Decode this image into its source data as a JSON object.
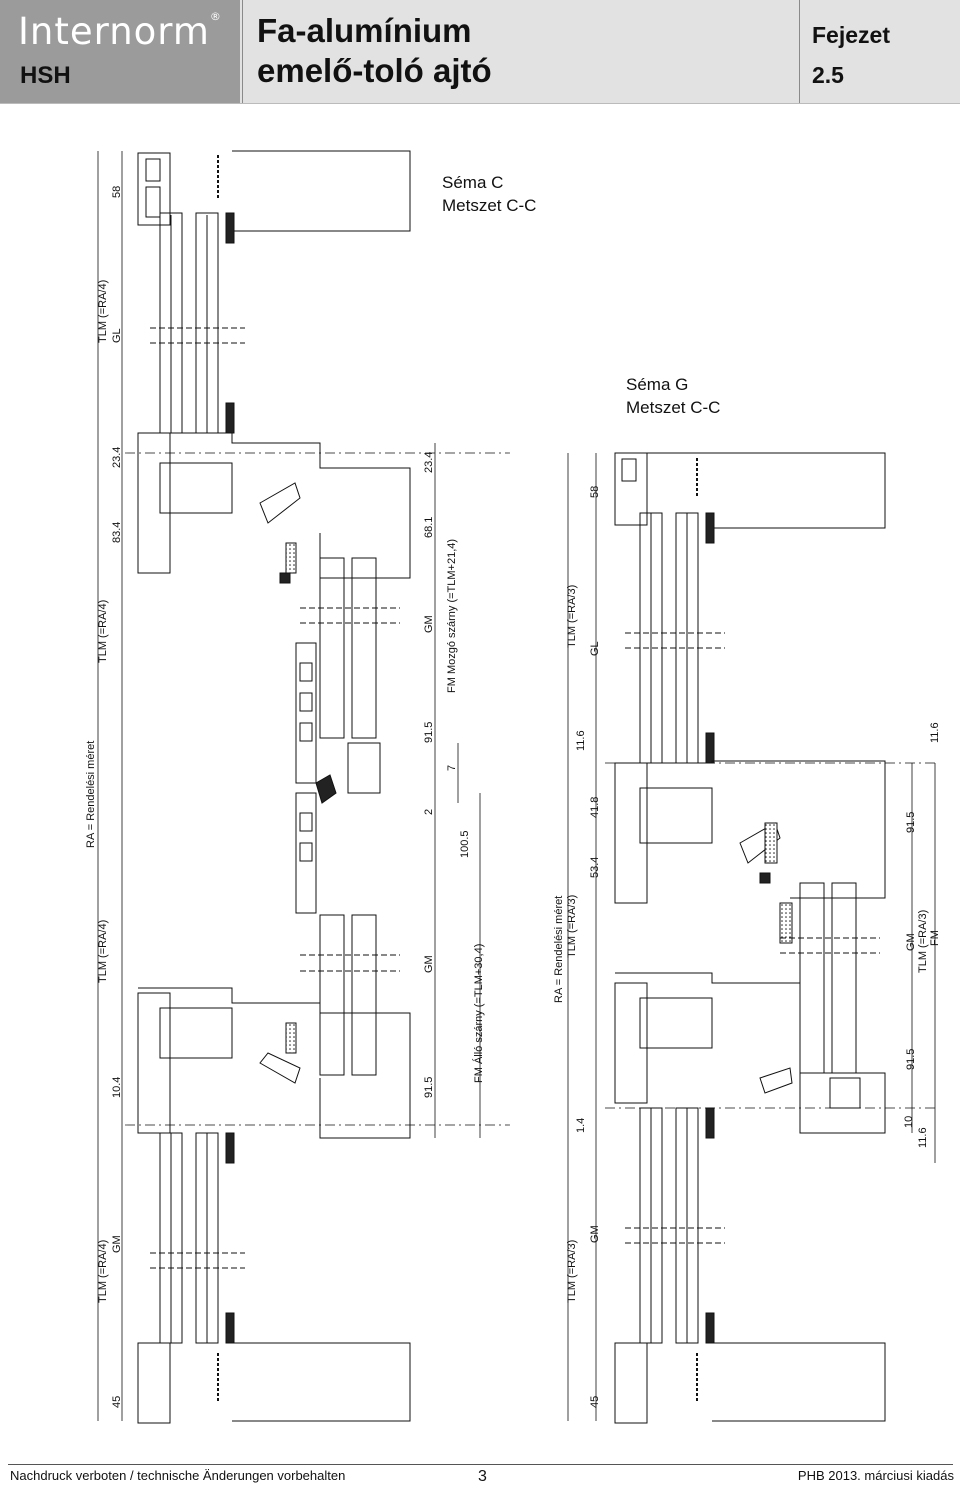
{
  "header": {
    "brand": "Internorm",
    "brand_mark": "®",
    "product_code": "HSH",
    "title_line1": "Fa-alumínium",
    "title_line2": "emelő-toló ajtó",
    "chapter_label": "Fejezet",
    "chapter_number": "2.5"
  },
  "drawing": {
    "section_c": {
      "title": "Séma C",
      "subtitle": "Metszet C-C"
    },
    "section_g": {
      "title": "Séma G",
      "subtitle": "Metszet C-C"
    },
    "dims_c": {
      "ra": "RA = Rendelési méret",
      "tlm_top": "TLM (=RA/4)",
      "gl_top": "GL",
      "v58": "58",
      "v23_4": "23.4",
      "v83_4": "83.4",
      "tlm_mid1": "TLM (=RA/4)",
      "tlm_mid2": "TLM (=RA/4)",
      "v10_4": "10.4",
      "tlm_bot": "TLM (=RA/4)",
      "gm_bot": "GM",
      "v45": "45",
      "v23_4b": "23.4",
      "v68_1": "68.1",
      "gm1": "GM",
      "v91_5a": "91.5",
      "v2": "2",
      "gm2": "GM",
      "v91_5b": "91.5",
      "fm_mozgo": "FM Mozgó szárny (=TLM+21,4)",
      "v7": "7",
      "v100_5": "100.5",
      "fm_allo": "FM Álló szárny (=TLM+30,4)"
    },
    "dims_g": {
      "ra": "RA = Rendelési méret",
      "tlm1": "TLM (=RA/3)",
      "tlm2": "TLM (=RA/3)",
      "gl": "GL",
      "v58": "58",
      "v11_6a": "11.6",
      "v41_8": "41.8",
      "v53_4": "53.4",
      "v1_4": "1.4",
      "tlm3": "TLM (=RA/3)",
      "gm": "GM",
      "v45": "45",
      "v11_6b": "11.6",
      "v91_5a": "91.5",
      "gm2": "GM",
      "tlm4": "TLM (=RA/3)",
      "fm": "FM",
      "v91_5b": "91.5",
      "v10": "10",
      "v11_6c": "11.6"
    }
  },
  "footer": {
    "left": "Nachdruck verboten / technische Änderungen vorbehalten",
    "page": "3",
    "right": "PHB 2013. márciusi kiadás"
  }
}
